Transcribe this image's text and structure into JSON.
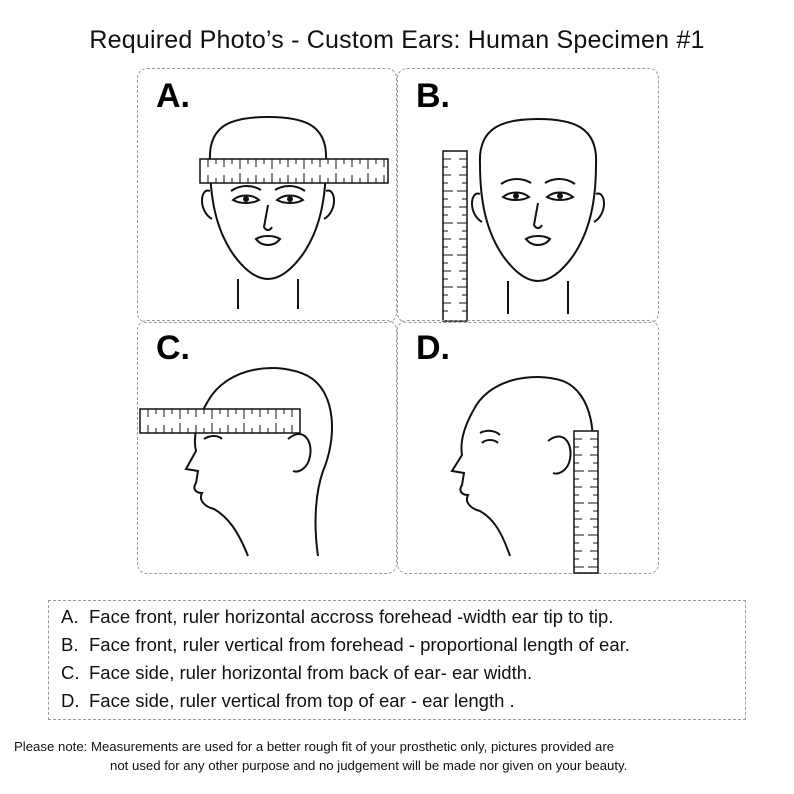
{
  "title": "Required Photo’s - Custom Ears: Human Specimen #1",
  "panels": [
    {
      "label": "A."
    },
    {
      "label": "B."
    },
    {
      "label": "C."
    },
    {
      "label": "D."
    }
  ],
  "instructions": [
    {
      "letter": "A.",
      "text": "Face front, ruler horizontal accross forehead -width ear tip to tip."
    },
    {
      "letter": "B.",
      "text": "Face front, ruler vertical from forehead - proportional length of ear."
    },
    {
      "letter": "C.",
      "text": "Face side, ruler horizontal from back of ear- ear width."
    },
    {
      "letter": "D.",
      "text": "Face side, ruler vertical from top of ear - ear length ."
    }
  ],
  "note": {
    "line1": "Please note: Measurements are used for a better rough fit of your prosthetic only, pictures provided are",
    "line2": "not used for any other purpose and no judgement will be made nor given on your beauty."
  },
  "icons": [
    "front-head-illustration",
    "side-head-illustration",
    "ruler-icon"
  ]
}
